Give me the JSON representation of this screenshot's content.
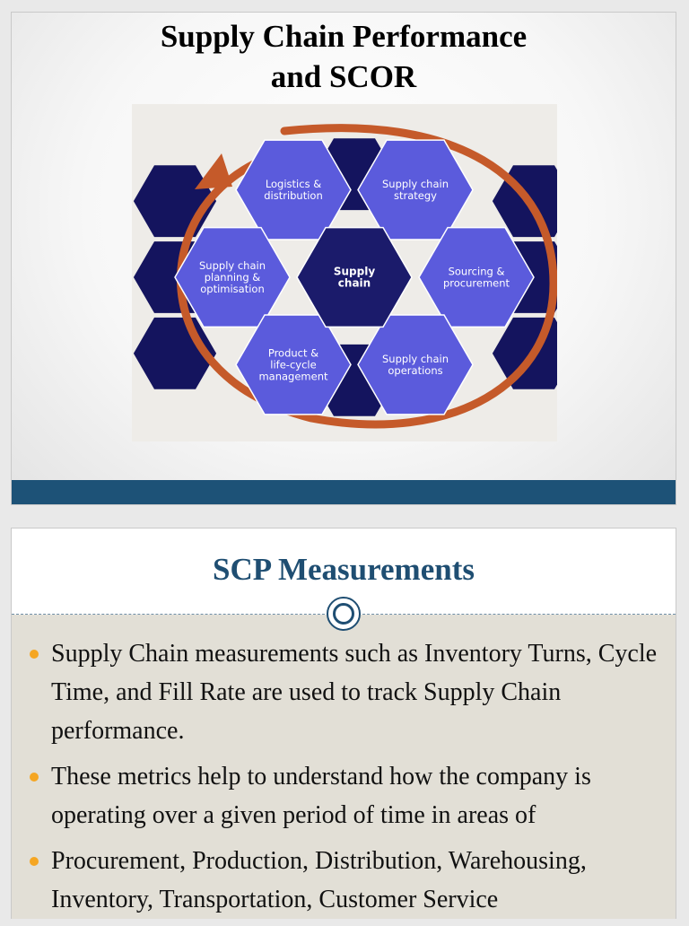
{
  "slide1": {
    "title_line1": "Supply Chain Performance",
    "title_line2": "and SCOR",
    "diagram": {
      "center": [
        "Supply",
        "chain"
      ],
      "hexagons": {
        "top_left": [
          "Logistics &",
          "distribution"
        ],
        "top_right": [
          "Supply chain",
          "strategy"
        ],
        "mid_left": [
          "Supply chain",
          "planning &",
          "optimisation"
        ],
        "mid_right": [
          "Sourcing &",
          "procurement"
        ],
        "bottom_left": [
          "Product &",
          "life-cycle",
          "management"
        ],
        "bottom_right": [
          "Supply chain",
          "operations"
        ]
      },
      "colors": {
        "hex_fill": "#5b5bdc",
        "center_fill": "#1b1b6b",
        "dark_fill": "#14145e",
        "arrow": "#c55a2a"
      }
    }
  },
  "slide2": {
    "title": "SCP Measurements",
    "bullets": [
      "Supply Chain measurements such as Inventory Turns, Cycle Time, and Fill Rate are used to track Supply Chain performance.",
      "These metrics help to understand how the company is operating over a given period of time in areas of",
      " Procurement, Production, Distribution, Warehousing, Inventory, Transportation, Customer Service"
    ],
    "colors": {
      "title": "#1f4e72",
      "bullet": "#f5a623",
      "band": "#1d5277"
    }
  }
}
